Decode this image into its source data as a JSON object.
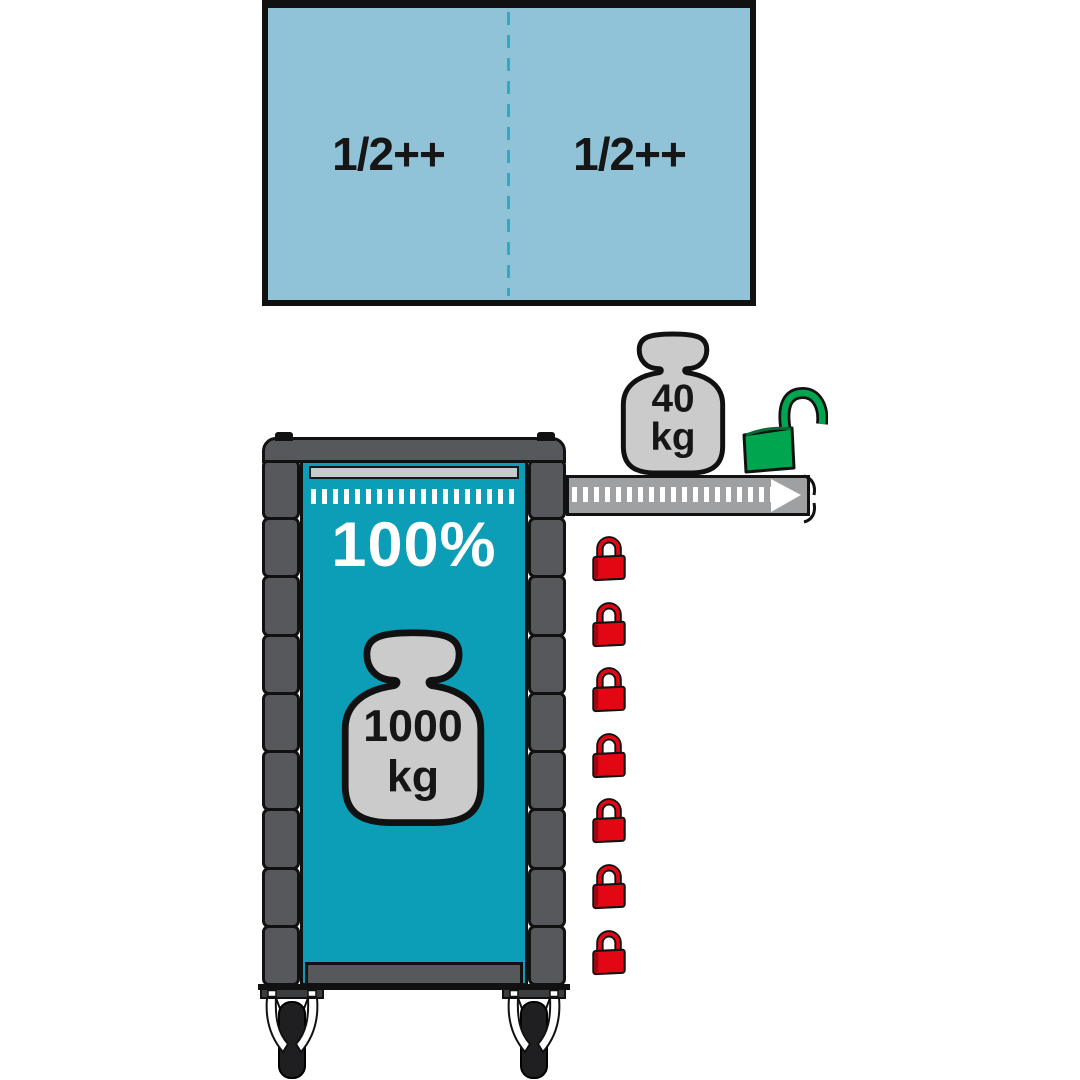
{
  "diagram": {
    "subject": "tool-trolley load capacity illustration",
    "background_color": "#ffffff"
  },
  "top_panel": {
    "left_label": "1/2++",
    "right_label": "1/2++",
    "fill_color": "#90C3D8",
    "divider_color": "#2FA9C4",
    "border_color": "#111111"
  },
  "drawer": {
    "weight_value": "40",
    "weight_unit": "kg",
    "rail_color": "#9EA0A2",
    "arrow_color": "#ffffff"
  },
  "trolley": {
    "capacity_label": "100%",
    "weight_value": "1000",
    "weight_unit": "kg",
    "panel_color": "#0C9EB6",
    "frame_color": "#57585B",
    "weight_fill_color": "#CBCBCB"
  },
  "locks": {
    "open_count": 1,
    "open_color": "#00A64F",
    "closed_count": 7,
    "closed_color": "#E30613"
  }
}
